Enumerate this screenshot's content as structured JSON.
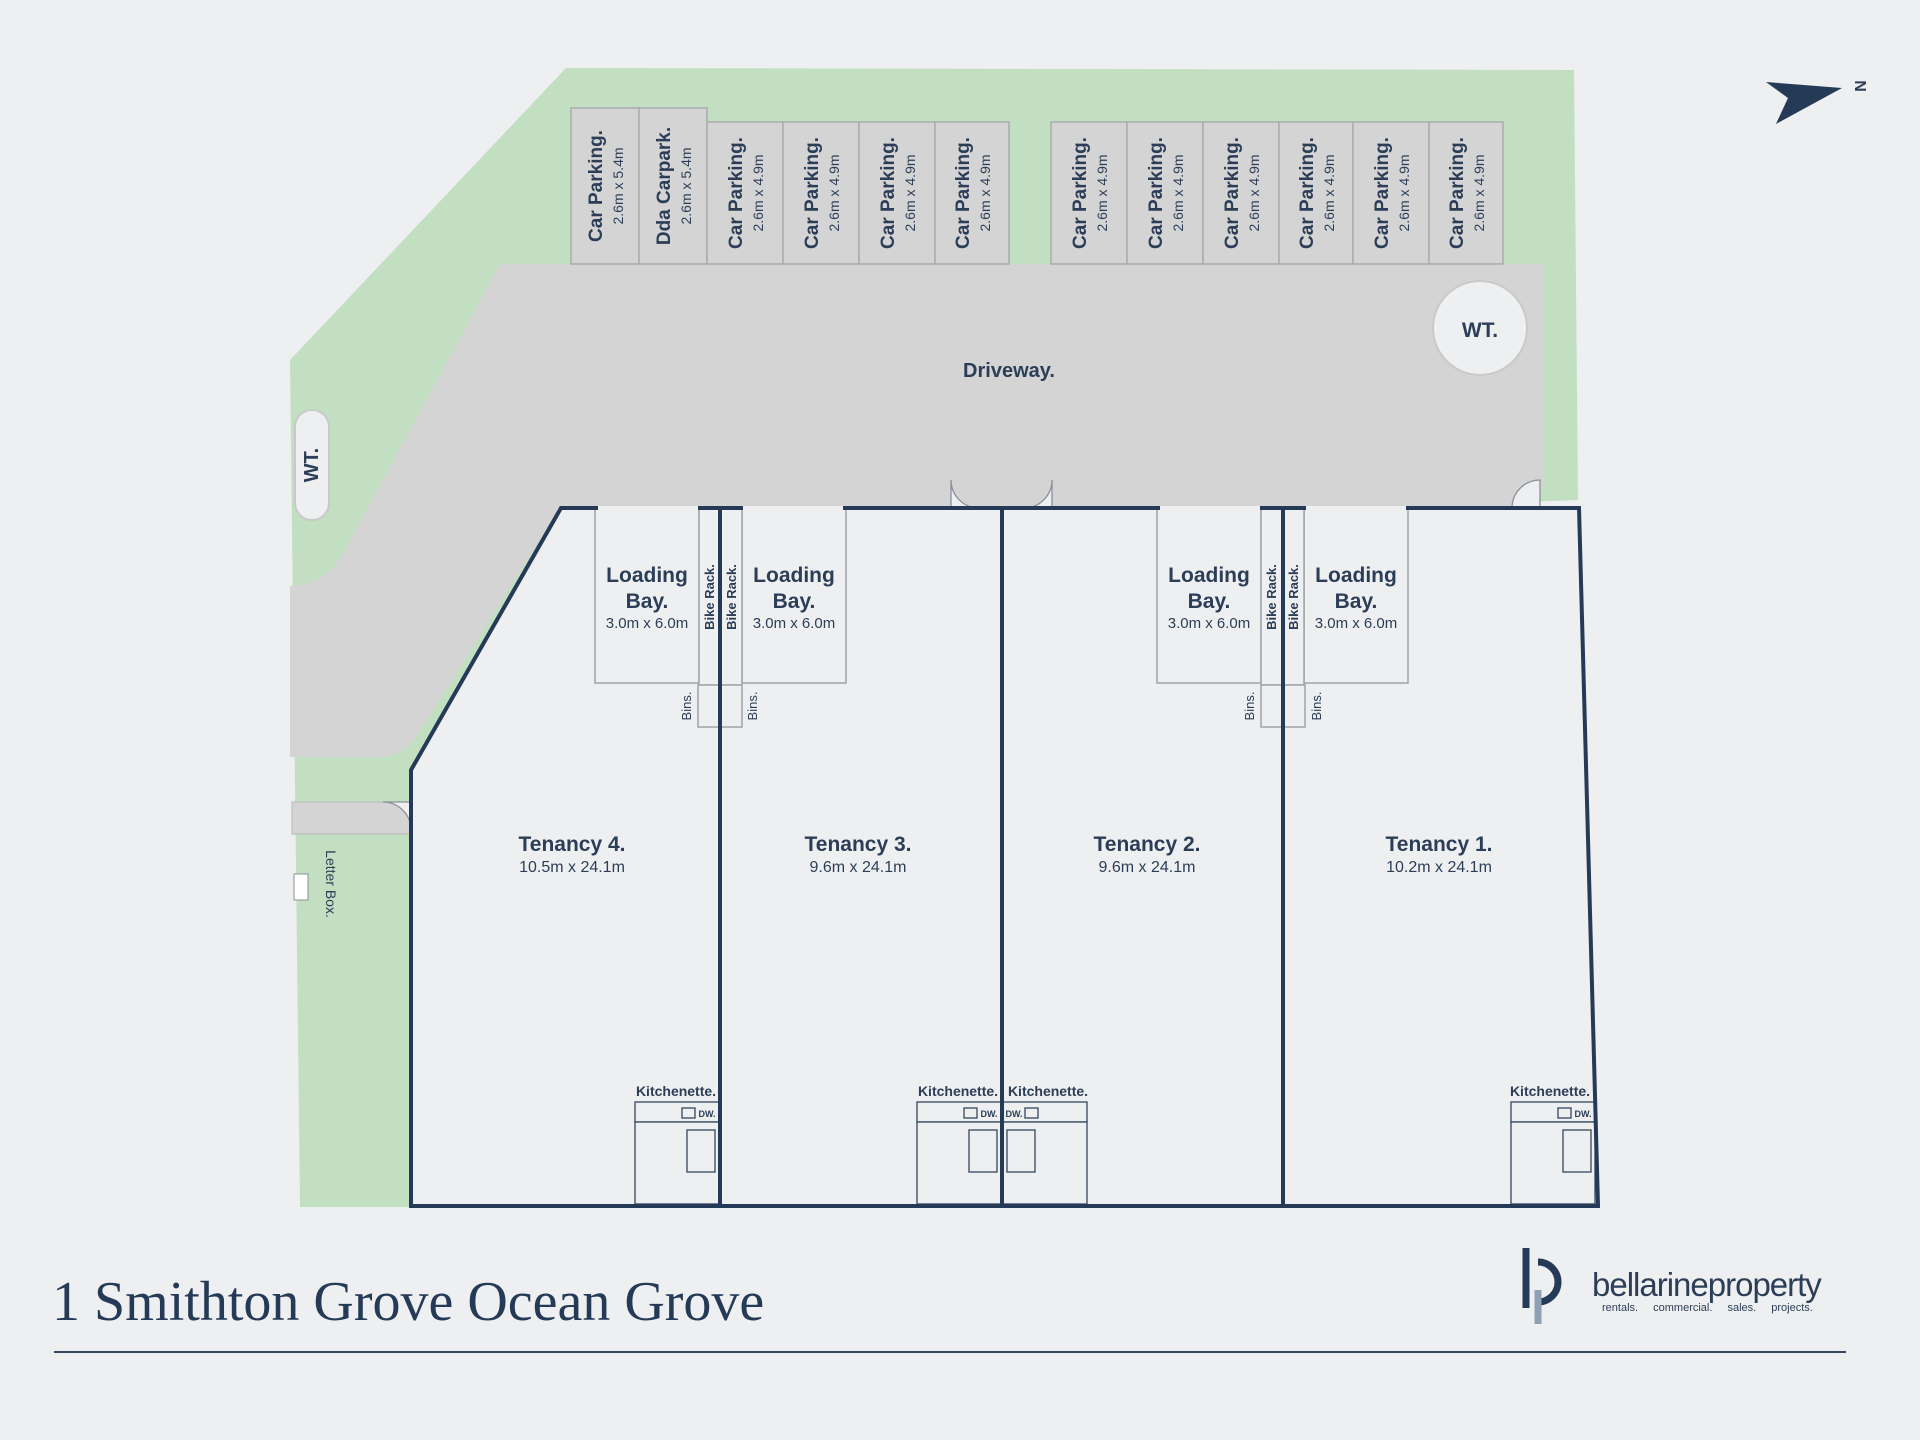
{
  "site": {
    "driveway_label": "Driveway.",
    "water_tank_label": "WT.",
    "letter_box_label": "Letter Box."
  },
  "parking": {
    "left_group": [
      {
        "label": "Car Parking.",
        "size": "2.6m x 5.4m"
      },
      {
        "label": "Dda Carpark.",
        "size": "2.6m x 5.4m"
      },
      {
        "label": "Car Parking.",
        "size": "2.6m x 4.9m"
      },
      {
        "label": "Car Parking.",
        "size": "2.6m x 4.9m"
      },
      {
        "label": "Car Parking.",
        "size": "2.6m x 4.9m"
      },
      {
        "label": "Car Parking.",
        "size": "2.6m x 4.9m"
      }
    ],
    "right_group": [
      {
        "label": "Car Parking.",
        "size": "2.6m x 4.9m"
      },
      {
        "label": "Car Parking.",
        "size": "2.6m x 4.9m"
      },
      {
        "label": "Car Parking.",
        "size": "2.6m x 4.9m"
      },
      {
        "label": "Car Parking.",
        "size": "2.6m x 4.9m"
      },
      {
        "label": "Car Parking.",
        "size": "2.6m x 4.9m"
      },
      {
        "label": "Car Parking.",
        "size": "2.6m x 4.9m"
      }
    ]
  },
  "tenancies": [
    {
      "name": "Tenancy 4.",
      "size": "10.5m x 24.1m"
    },
    {
      "name": "Tenancy 3.",
      "size": "9.6m x 24.1m"
    },
    {
      "name": "Tenancy 2.",
      "size": "9.6m x 24.1m"
    },
    {
      "name": "Tenancy 1.",
      "size": "10.2m x 24.1m"
    }
  ],
  "loading_bay": {
    "line1": "Loading",
    "line2": "Bay.",
    "size": "3.0m x 6.0m"
  },
  "bike_rack_label": "Bike Rack.",
  "bins_label": "Bins.",
  "kitchenette_label": "Kitchenette.",
  "dishwasher_label": "DW.",
  "compass_label": "N",
  "footer": {
    "address": "1 Smithton Grove Ocean Grove",
    "brand_name": "bellarineproperty",
    "brand_tags": "rentals. commercial. sales. projects."
  },
  "colors": {
    "background": "#eeeff0",
    "garden": "#c2dfc1",
    "driveway": "#d4d4d4",
    "walls": "#253a57",
    "text": "#2c3e57"
  }
}
